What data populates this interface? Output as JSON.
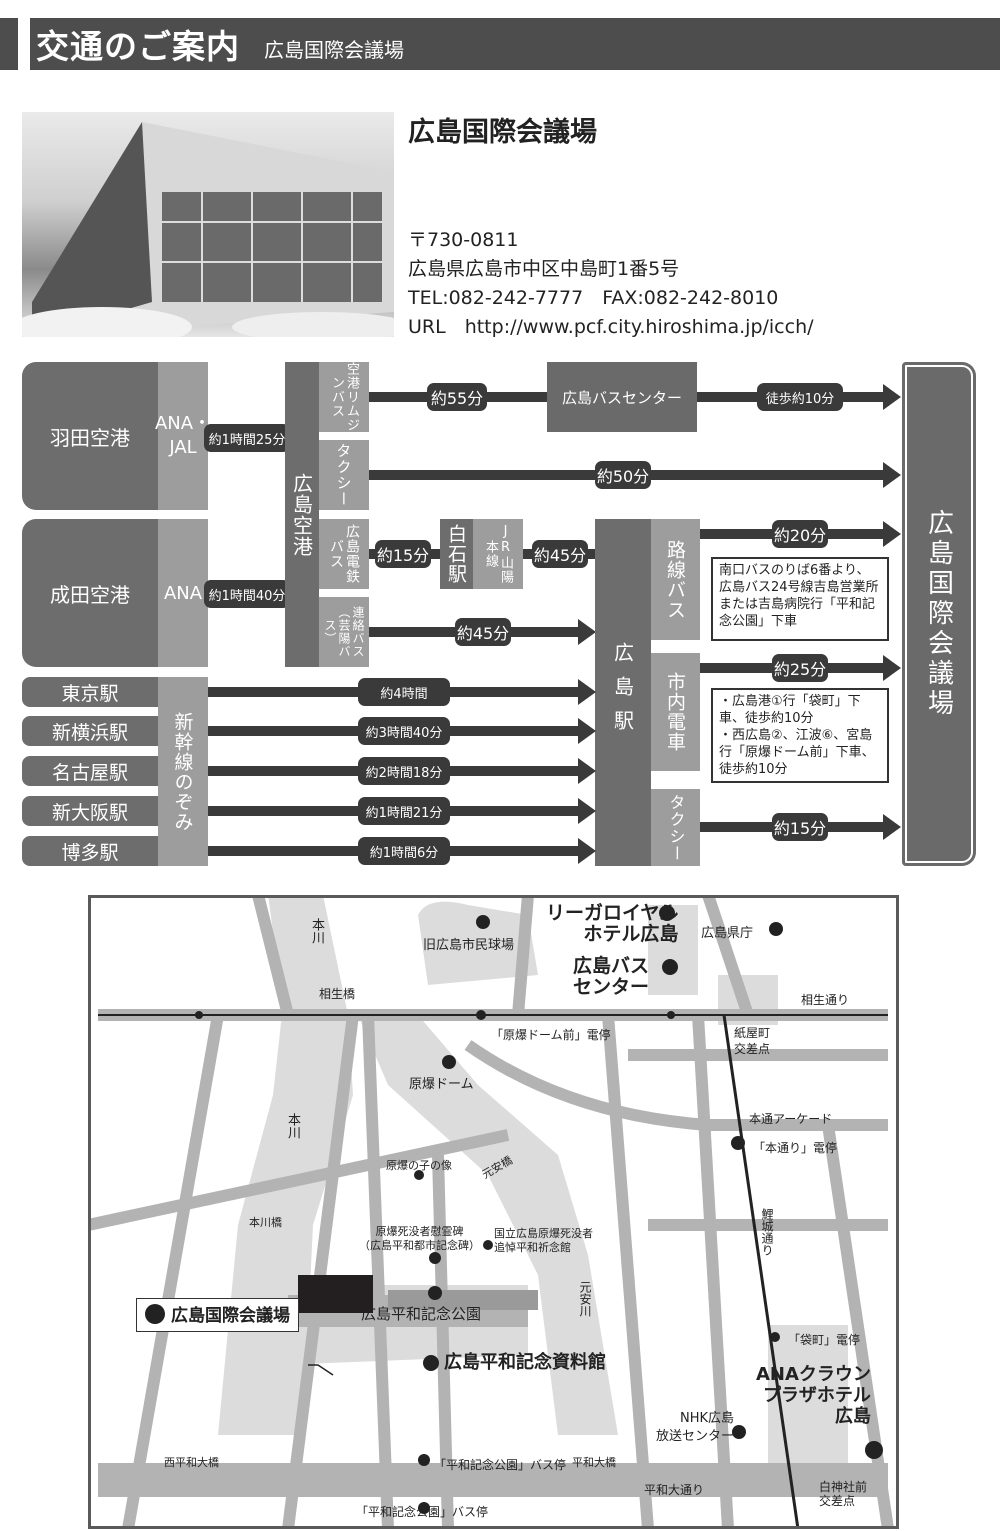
{
  "header": {
    "title": "交通のご案内",
    "subtitle": "広島国際会議場"
  },
  "venue": {
    "name": "広島国際会議場",
    "postal": "〒730-0811",
    "address": "広島県広島市中区中島町1番5号",
    "tel_fax": "TEL:082-242-7777　FAX:082-242-8010",
    "url": "URL　http://www.pcf.city.hiroshima.jp/icch/"
  },
  "routes": {
    "haneda": "羽田空港",
    "haneda_airline": "ANA・JAL",
    "haneda_time": "約1時間25分",
    "narita": "成田空港",
    "narita_airline": "ANA",
    "narita_time": "約1時間40分",
    "hiroshima_airport": "広島空港",
    "limousine": "空港リムジンバス",
    "limousine_time": "約55分",
    "bus_center": "広島バスセンター",
    "walk_time": "徒歩約10分",
    "airport_taxi": "タクシー",
    "airport_taxi_time": "約50分",
    "dentetsu_bus": "広島電鉄バス",
    "dentetsu_time": "約15分",
    "shiraichi": "白石駅",
    "jr_line": "JR山陽本線",
    "jr_time": "約45分",
    "renraku_bus": "連絡バス（芸陽バス）",
    "renraku_time": "約45分",
    "hiroshima_station": "広島駅",
    "route_bus": "路線バス",
    "route_bus_time": "約20分",
    "route_bus_note": "南口バスのりば6番より、広島バス24号線吉島営業所または吉島病院行「平和記念公園」下車",
    "streetcar": "市内電車",
    "streetcar_time": "約25分",
    "streetcar_note1": "・広島港①行「袋町」下車、徒歩約10分",
    "streetcar_note2": "・西広島②、江波⑥、宮島行「原爆ドーム前」下車、徒歩約10分",
    "station_taxi": "タクシー",
    "station_taxi_time": "約15分",
    "destination": "広島国際会議場",
    "shinkansen": "新幹線のぞみ",
    "stations": [
      {
        "name": "東京駅",
        "time": "約4時間"
      },
      {
        "name": "新横浜駅",
        "time": "約3時間40分"
      },
      {
        "name": "名古屋駅",
        "time": "約2時間18分"
      },
      {
        "name": "新大阪駅",
        "time": "約1時間21分"
      },
      {
        "name": "博多駅",
        "time": "約1時間6分"
      }
    ]
  },
  "map": {
    "labels": {
      "honkawa_top": "本川",
      "aioi_bridge": "相生橋",
      "old_stadium": "旧広島市民球場",
      "rihga": "リーガロイヤル\nホテル広島",
      "pref_office": "広島県庁",
      "bus_center": "広島バス\nセンター",
      "aioi_street": "相生通り",
      "dome_stop": "「原爆ドーム前」電停",
      "kamiyacho": "紙屋町\n交差点",
      "dome": "原爆ドーム",
      "hondori_arcade": "本通アーケード",
      "hondori_stop": "「本通り」電停",
      "honkawa_mid": "本川",
      "children_statue": "原爆の子の像",
      "motoyasu_bridge": "元安橋",
      "honkawa_bridge": "本川橋",
      "rijo_street": "鯉城通り",
      "cenotaph": "原爆死没者慰霊碑\n（広島平和都市記念碑）",
      "memorial_hall": "国立広島原爆死没者\n追悼平和祈念館",
      "motoyasu_river": "元安川",
      "icch": "広島国際会議場",
      "peace_park": "広島平和記念公園",
      "museum": "広島平和記念資料館",
      "fukuromachi_stop": "「袋町」電停",
      "ana_crowne": "ANAクラウン\nプラザホテル\n広島",
      "nhk": "NHK広島\n放送センター",
      "nishiheiwa_bridge": "西平和大橋",
      "bus_stop_north": "「平和記念公園」バス停",
      "heiwa_bridge": "平和大橋",
      "heiwa_street": "平和大通り",
      "shirakami": "白神社前\n交差点",
      "bus_stop_south": "「平和記念公園」バス停"
    }
  }
}
